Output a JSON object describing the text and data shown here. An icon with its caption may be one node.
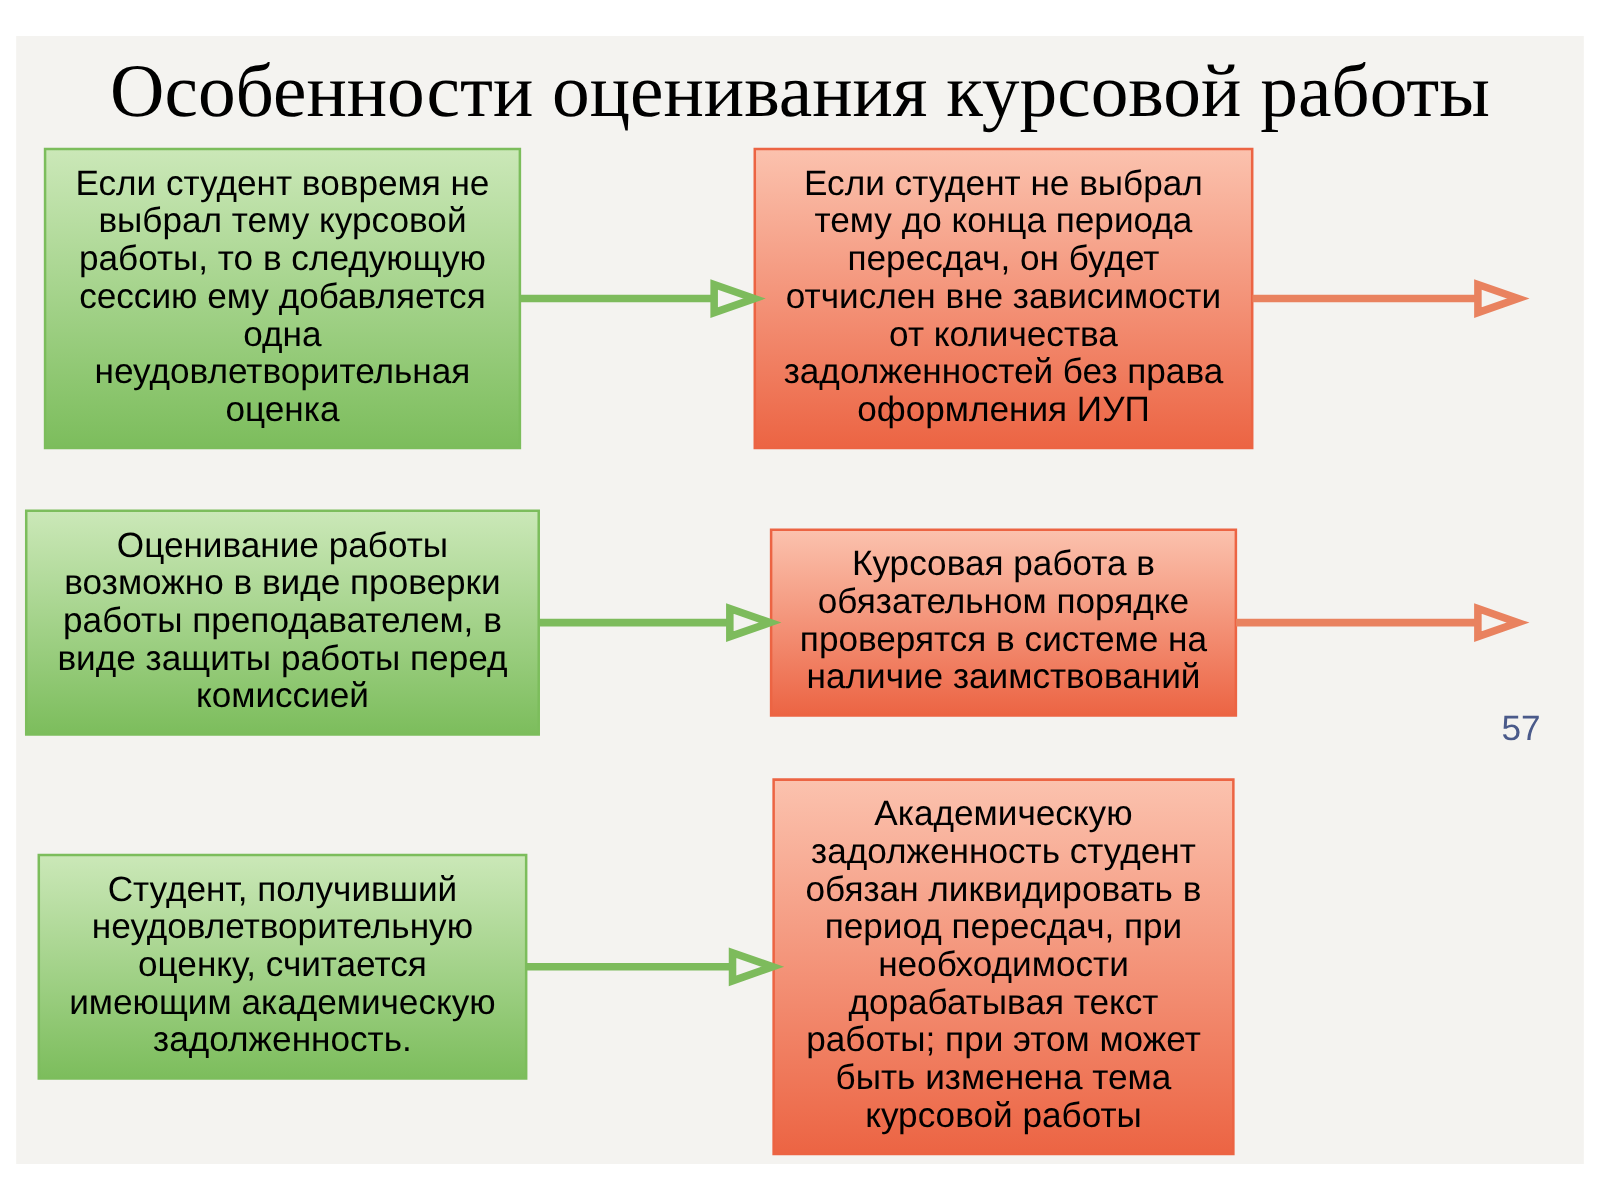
{
  "diagram": {
    "title": "Особенности оценивания курсовой работы",
    "nodes": [
      {
        "text": [
          "Если студент вовремя не выбрал тему курсовой работы, то в следующую сессию ему добавляется одна неудовлетворительная оценка"
        ]
      },
      {
        "text": [
          "Если студент не выбрал тему до конца периода пересдач, он будет отчислен вне зависимости от количества задолженностей без права оформления ИУП"
        ]
      },
      {
        "text": [
          "Оценивание работы возможно в виде проверки работы преподавателем, в виде защиты работы перед комиссией"
        ]
      },
      {
        "text": [
          "Курсовая работа в обязательном порядке проверятся в системе на наличие заимствований"
        ]
      },
      {
        "text": [
          "Студент, получивший неудовлетворительную оценку, считается имеющим академическую задолженность."
        ]
      },
      {
        "text": [
          "Академическую задолженность студент обязан ликвидировать в период пересдач, при необходимости дорабатывая текст работы; при этом может быть изменена тема курсовой работы"
        ]
      }
    ],
    "edges": [
      {
        "from": 0,
        "to": 1,
        "arrow": "to"
      },
      {
        "from": 1,
        "to": null,
        "arrow": "to",
        "color": "#e9825f"
      },
      {
        "from": 2,
        "to": 3,
        "arrow": "to"
      },
      {
        "from": 3,
        "to": null,
        "arrow": "to",
        "color": "#e9825f"
      },
      {
        "from": 4,
        "to": 5,
        "arrow": "to"
      }
    ],
    "labels": [
      "57"
    ]
  }
}
